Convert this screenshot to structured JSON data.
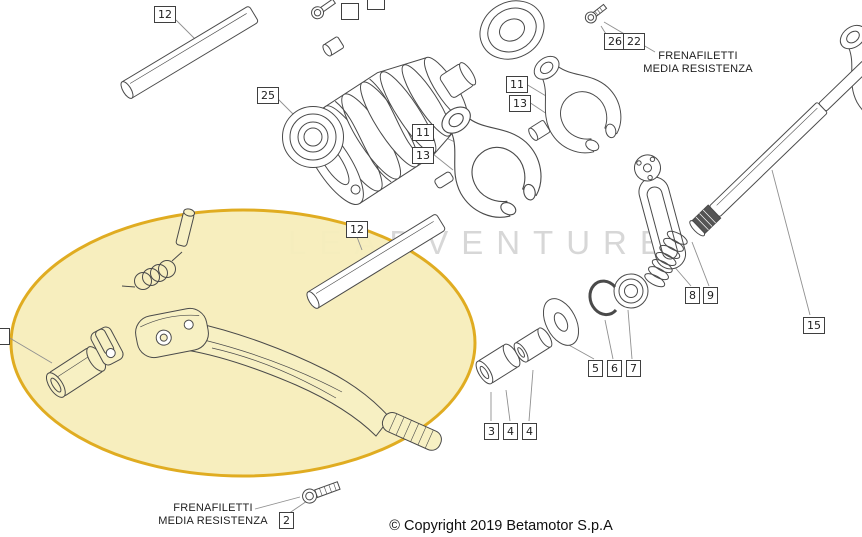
{
  "watermark": "LEADVENTURE",
  "copyright": "© Copyright 2019 Betamotor S.p.A",
  "notes": {
    "top_right": {
      "line1": "FRENAFILETTI",
      "line2": "MEDIA RESISTENZA"
    },
    "bottom_left": {
      "line1": "FRENAFILETTI",
      "line2": "MEDIA RESISTENZA"
    }
  },
  "labels": [
    {
      "text": "12"
    },
    {
      "text": "25"
    },
    {
      "text": "11"
    },
    {
      "text": "13"
    },
    {
      "text": "11"
    },
    {
      "text": "13"
    },
    {
      "text": "26"
    },
    {
      "text": "22"
    },
    {
      "text": "12"
    },
    {
      "text": "8"
    },
    {
      "text": "9"
    },
    {
      "text": "15"
    },
    {
      "text": "5"
    },
    {
      "text": "6"
    },
    {
      "text": "7"
    },
    {
      "text": "3"
    },
    {
      "text": "4"
    },
    {
      "text": "4"
    },
    {
      "text": "2"
    }
  ],
  "colors": {
    "highlight_fill": "#f7eebc",
    "highlight_stroke": "#dfa918",
    "line_art": "#4a4a4a",
    "leader_line": "#909090",
    "watermark": "#d7d7d7"
  }
}
